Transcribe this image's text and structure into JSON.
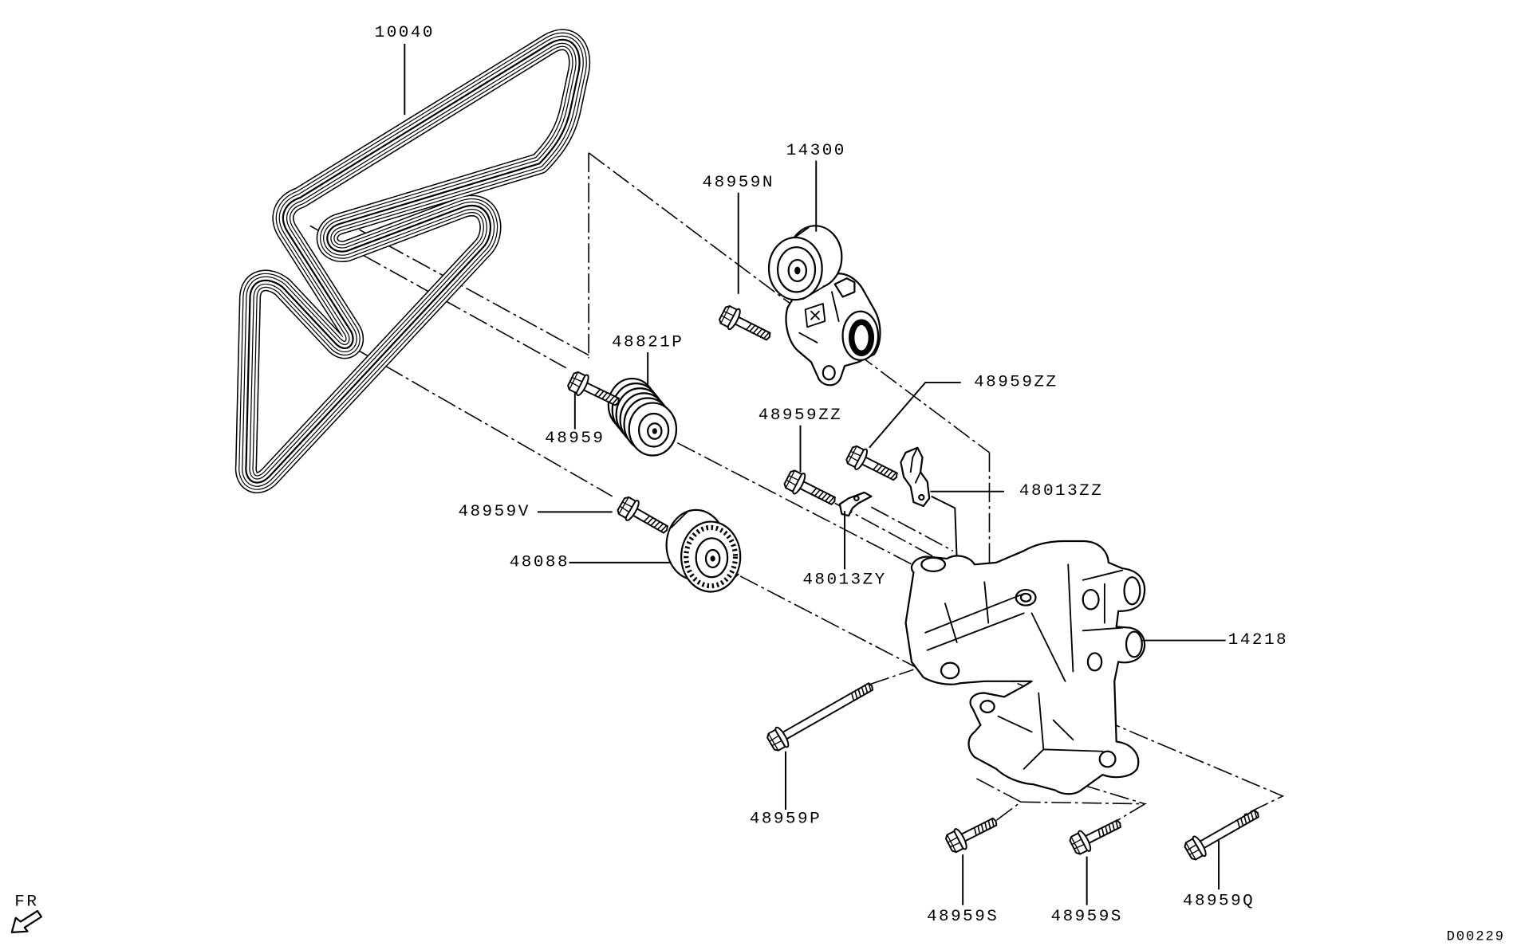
{
  "diagram": {
    "callouts": {
      "belt": "10040",
      "tensioner": "14300",
      "tensioner_bolt": "48959N",
      "grooved_pulley": "48821P",
      "grooved_pulley_bolt": "48959",
      "clip_bolt_upper": "48959ZZ",
      "clip_bolt_lower": "48959ZZ",
      "clip_upper": "48013ZZ",
      "clip_lower": "48013ZY",
      "idler_bolt": "48959V",
      "idler_pulley": "48088",
      "bracket": "14218",
      "long_bolt": "48959P",
      "bracket_bolt_left": "48959S",
      "bracket_bolt_right": "48959S",
      "bracket_bolt_long": "48959Q"
    },
    "direction_label": "FR",
    "drawing_code": "D00229"
  }
}
